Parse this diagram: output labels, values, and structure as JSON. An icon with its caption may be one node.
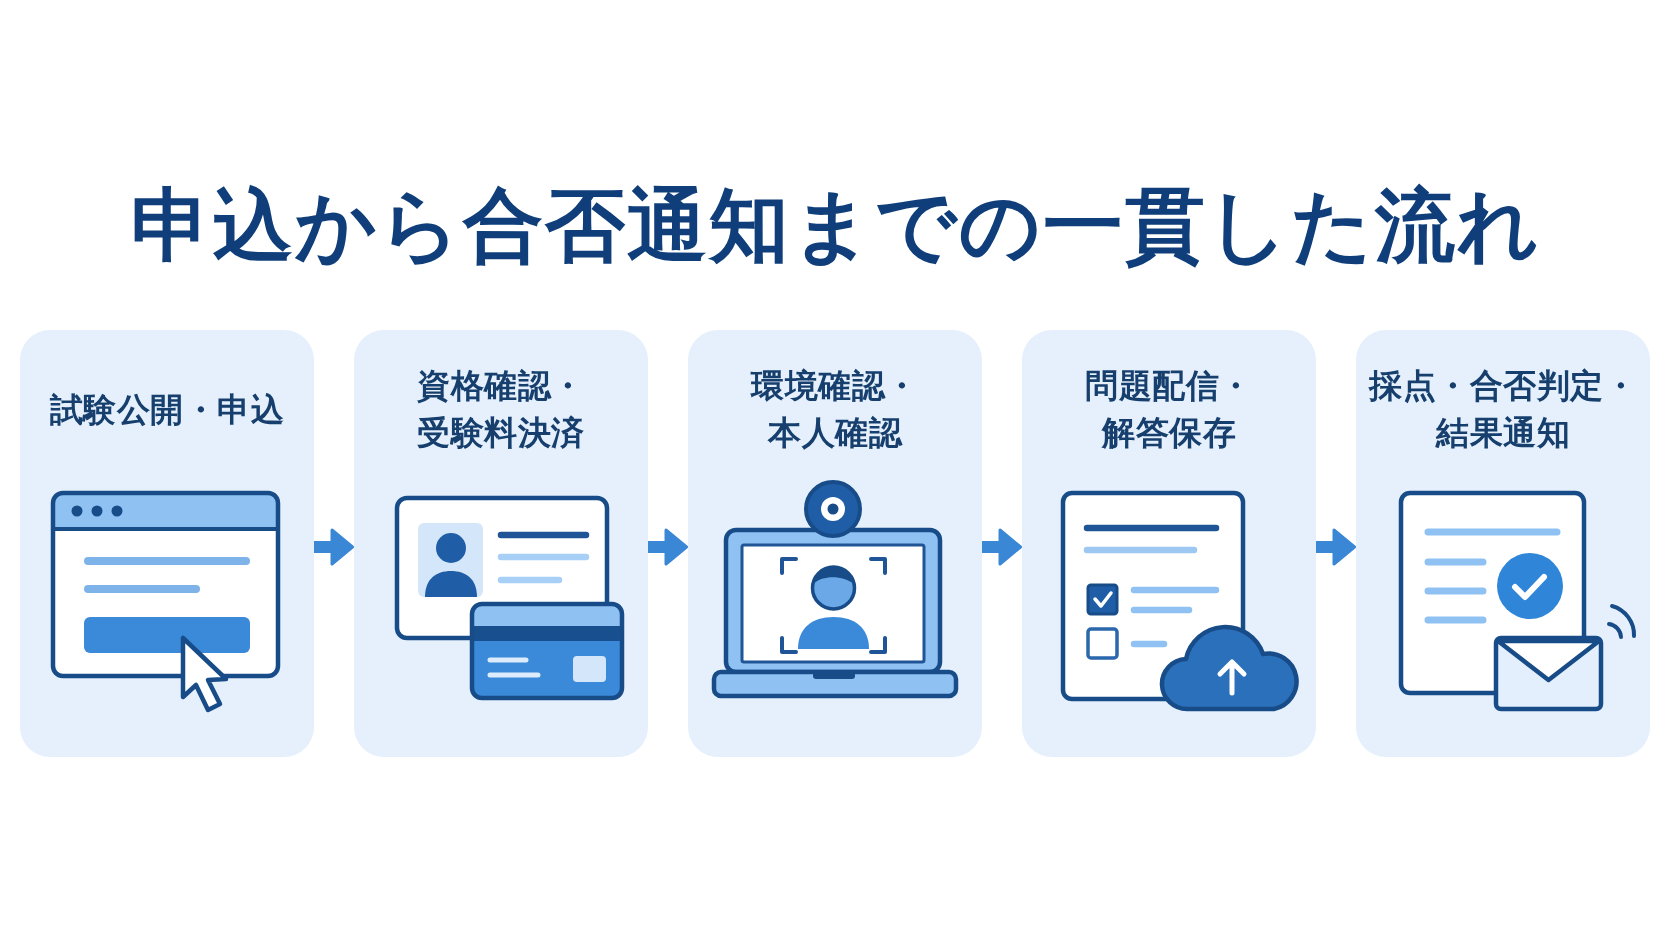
{
  "diagram": {
    "title": "申込から合否通知までの一貫した流れ",
    "nodes": [
      {
        "text": [
          "試験公開・申込"
        ]
      },
      {
        "text": [
          "資格確認・受験料決済"
        ]
      },
      {
        "text": [
          "環境確認・本人確認"
        ]
      },
      {
        "text": [
          "問題配信・解答保存"
        ]
      },
      {
        "text": [
          "採点・合否判定・結果通知"
        ]
      }
    ],
    "edges": [
      {
        "from": 0,
        "to": 1,
        "arrow": "to"
      },
      {
        "from": 1,
        "to": 2,
        "arrow": "to"
      },
      {
        "from": 2,
        "to": 3,
        "arrow": "to"
      },
      {
        "from": 3,
        "to": 4,
        "arrow": "to"
      }
    ]
  }
}
